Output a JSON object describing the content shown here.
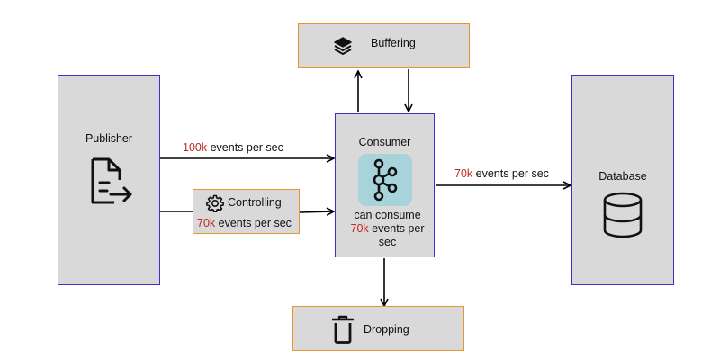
{
  "publisher": {
    "title": "Publisher",
    "icon": "document-export-icon"
  },
  "database": {
    "title": "Database",
    "icon": "database-icon"
  },
  "consumer": {
    "title": "Consumer",
    "icon": "kafka-icon",
    "line1": "can consume",
    "rate_value": "70k",
    "line2_rest": " events per",
    "line3": "sec"
  },
  "buffering": {
    "title": "Buffering",
    "icon": "layers-icon"
  },
  "controlling": {
    "title": "Controlling",
    "icon": "gear-icon",
    "rate_value": "70k",
    "rate_rest": " events per sec"
  },
  "dropping": {
    "title": "Dropping",
    "icon": "trash-icon"
  },
  "edges": {
    "publisher_to_consumer": {
      "value": "100k",
      "rest": " events per sec"
    },
    "consumer_to_database": {
      "value": "70k",
      "rest": " events per sec"
    }
  },
  "colors": {
    "box_fill": "#d9d9d9",
    "blue_border": "#3b2fc9",
    "orange_border": "#e8952c",
    "highlight": "#c0281e",
    "kafka_bg": "#a8d3db"
  }
}
